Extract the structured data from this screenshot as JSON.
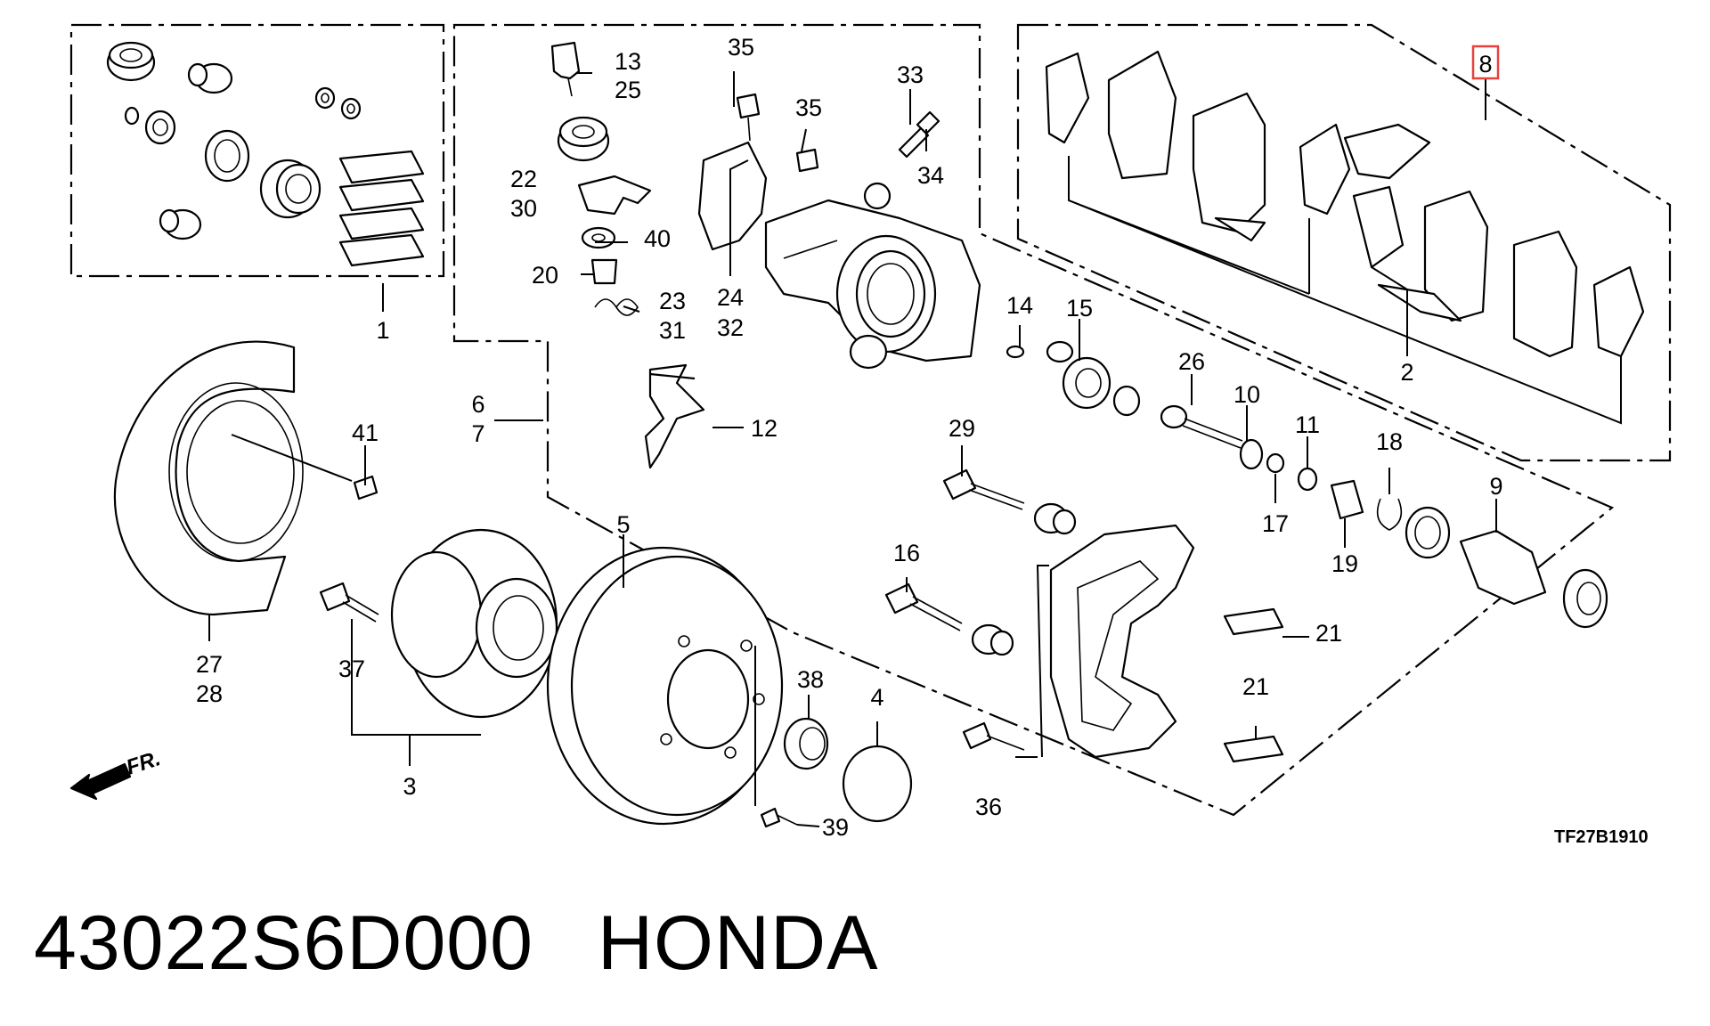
{
  "diagram": {
    "drawing_code": "TF27B1910",
    "direction_label": "FR.",
    "highlighted_label": "8",
    "callouts": [
      "1",
      "2",
      "3",
      "4",
      "5",
      "6",
      "7",
      "8",
      "9",
      "10",
      "11",
      "12",
      "13",
      "14",
      "15",
      "16",
      "17",
      "18",
      "19",
      "20",
      "21",
      "22",
      "23",
      "24",
      "25",
      "26",
      "27",
      "28",
      "29",
      "30",
      "31",
      "32",
      "33",
      "34",
      "35",
      "36",
      "37",
      "38",
      "39",
      "40",
      "41"
    ]
  },
  "footer": {
    "part_number": "43022S6D000",
    "brand": "HONDA"
  }
}
